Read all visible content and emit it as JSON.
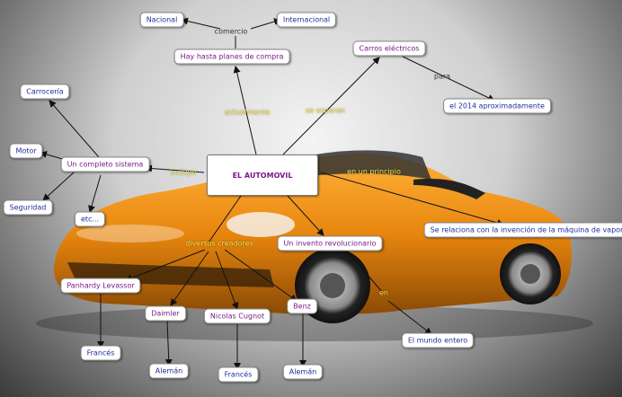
{
  "main": "EL AUTOMOVIL",
  "nodes": {
    "nacional": "Nacional",
    "internacional": "Internacional",
    "planes": "Hay hasta planes de compra",
    "carros": "Carros eléctricos",
    "y2014": "el 2014 aproximadamente",
    "carroceria": "Carrocería",
    "motor": "Motor",
    "sistema": "Un completo sistema",
    "seguridad": "Seguridad",
    "etc": "etc...",
    "maquina": "Se relaciona con la invención de la máquina de vapor",
    "invento": "Un invento revolucionario",
    "panhardy": "Panhardy Levassor",
    "daimler": "Daimler",
    "cugnot": "Nicolas Cugnot",
    "benz": "Benz",
    "mundo": "El mundo entero",
    "frances1": "Francés",
    "aleman1": "Alemán",
    "frances2": "Francés",
    "aleman2": "Alemán"
  },
  "labels": {
    "comercio": "comercio",
    "actualmente": "actualmente",
    "esperan": "se esperan",
    "para": "para",
    "incluye": "incluye",
    "principio": "en un principio",
    "creadores": "diversos creadores",
    "en": "en"
  },
  "colors": {
    "car": "#e8860e",
    "label": "#f0e04a"
  }
}
